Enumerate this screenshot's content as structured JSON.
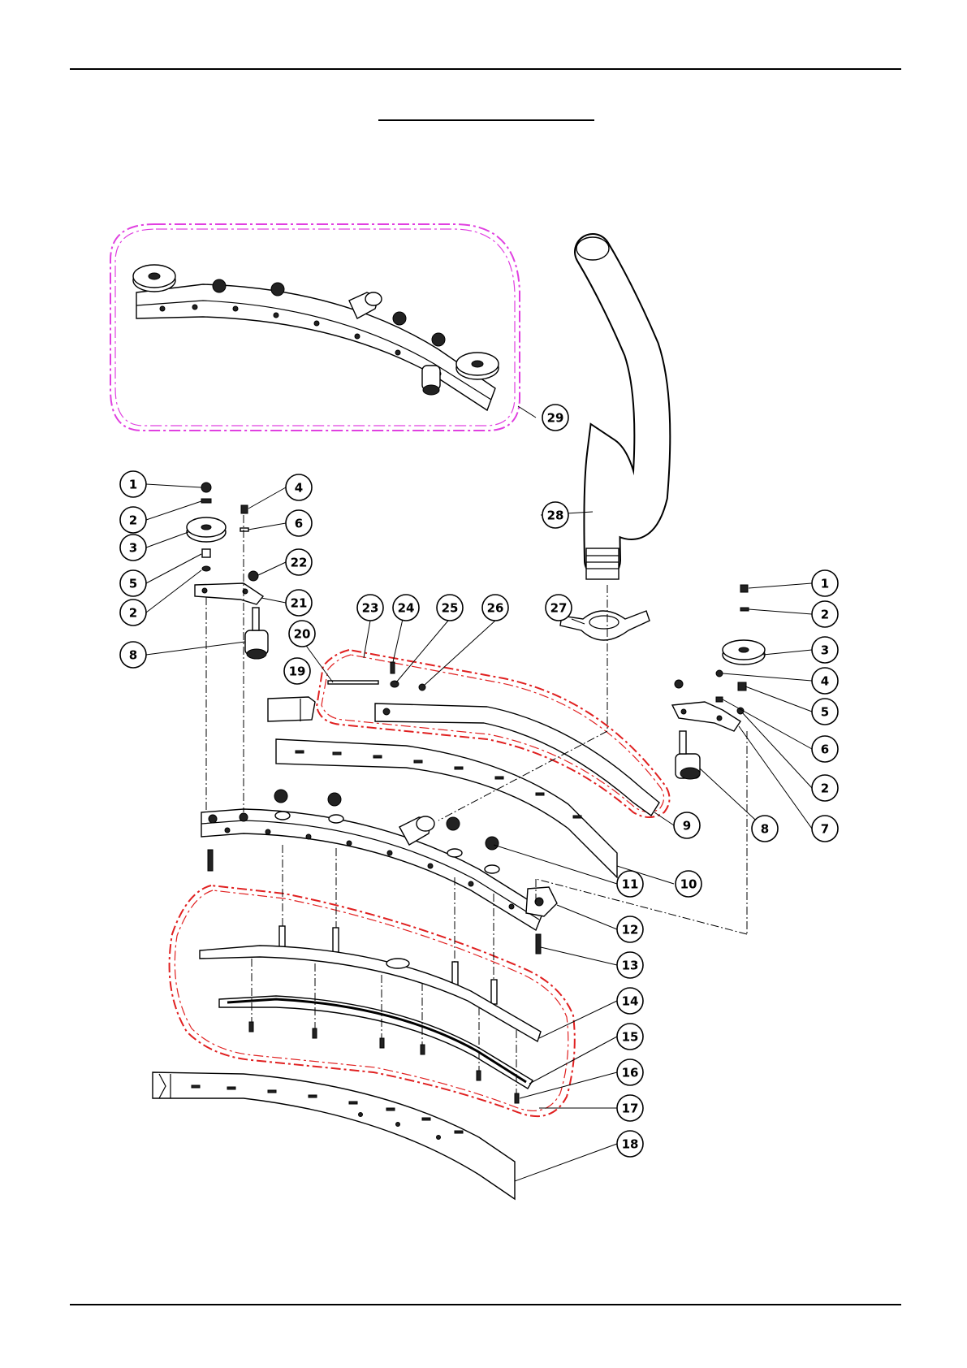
{
  "colors": {
    "line": "#000000",
    "subassembly_outline": "#e040e0",
    "group_outline": "#e02020",
    "paper": "#ffffff"
  },
  "callouts": [
    {
      "id": "c1a",
      "label": "1"
    },
    {
      "id": "c2a",
      "label": "2"
    },
    {
      "id": "c3a",
      "label": "3"
    },
    {
      "id": "c5a",
      "label": "5"
    },
    {
      "id": "c2b",
      "label": "2"
    },
    {
      "id": "c8a",
      "label": "8"
    },
    {
      "id": "c4a",
      "label": "4"
    },
    {
      "id": "c6a",
      "label": "6"
    },
    {
      "id": "c22",
      "label": "22"
    },
    {
      "id": "c21",
      "label": "21"
    },
    {
      "id": "c20",
      "label": "20"
    },
    {
      "id": "c19",
      "label": "19"
    },
    {
      "id": "c23",
      "label": "23"
    },
    {
      "id": "c24",
      "label": "24"
    },
    {
      "id": "c25",
      "label": "25"
    },
    {
      "id": "c26",
      "label": "26"
    },
    {
      "id": "c27",
      "label": "27"
    },
    {
      "id": "c28",
      "label": "28"
    },
    {
      "id": "c29",
      "label": "29"
    },
    {
      "id": "c1b",
      "label": "1"
    },
    {
      "id": "c2c",
      "label": "2"
    },
    {
      "id": "c3b",
      "label": "3"
    },
    {
      "id": "c4b",
      "label": "4"
    },
    {
      "id": "c5b",
      "label": "5"
    },
    {
      "id": "c6b",
      "label": "6"
    },
    {
      "id": "c2d",
      "label": "2"
    },
    {
      "id": "c7",
      "label": "7"
    },
    {
      "id": "c8b",
      "label": "8"
    },
    {
      "id": "c9",
      "label": "9"
    },
    {
      "id": "c10",
      "label": "10"
    },
    {
      "id": "c11",
      "label": "11"
    },
    {
      "id": "c12",
      "label": "12"
    },
    {
      "id": "c13",
      "label": "13"
    },
    {
      "id": "c14",
      "label": "14"
    },
    {
      "id": "c15",
      "label": "15"
    },
    {
      "id": "c16",
      "label": "16"
    },
    {
      "id": "c17",
      "label": "17"
    },
    {
      "id": "c18",
      "label": "18"
    }
  ]
}
